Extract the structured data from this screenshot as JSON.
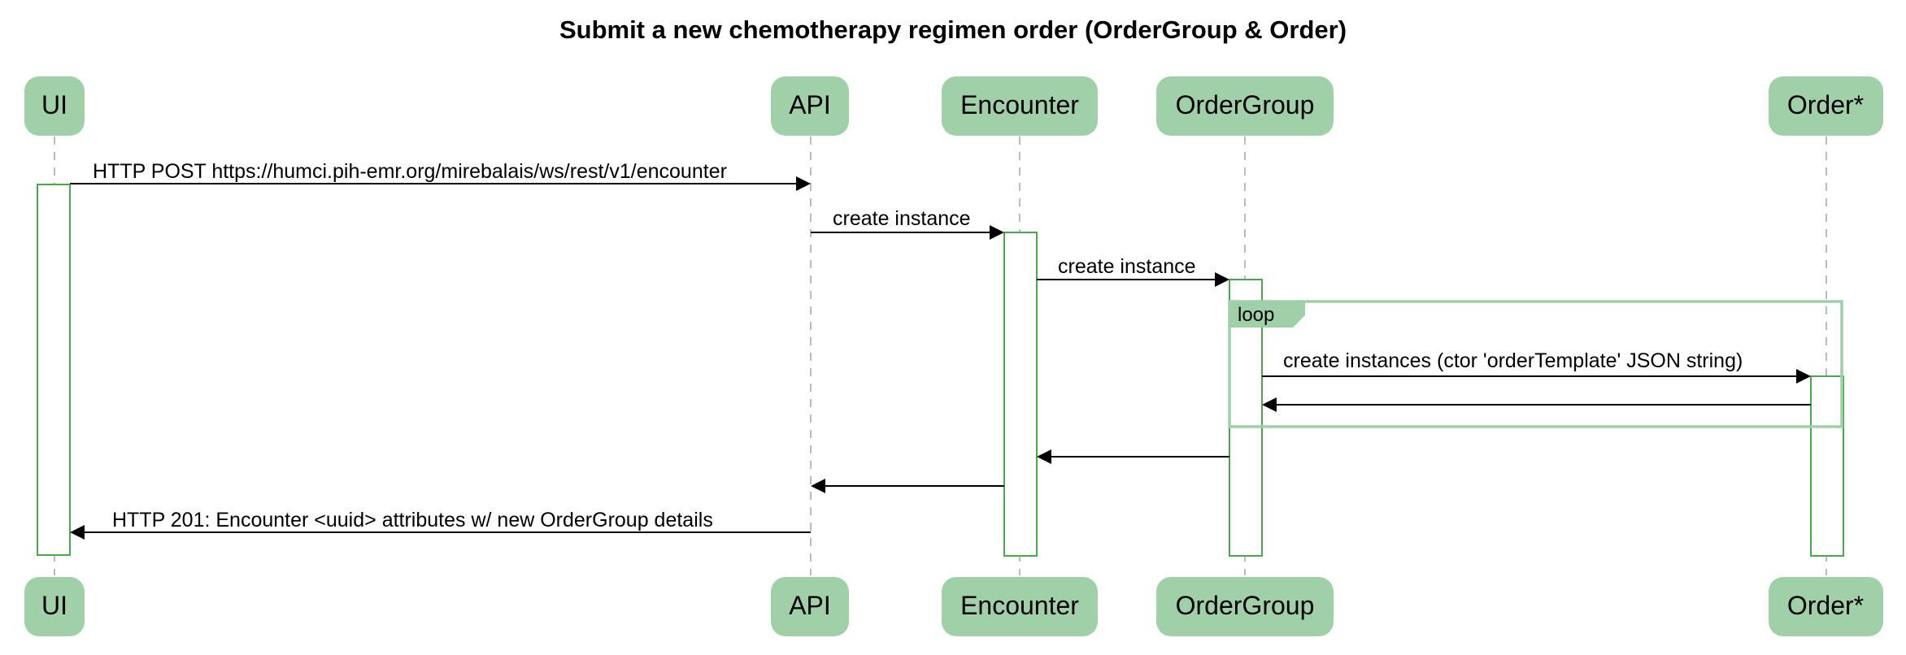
{
  "diagram": {
    "type": "sequence",
    "title": "Submit a new chemotherapy regimen order (OrderGroup & Order)",
    "participants": [
      {
        "id": "ui",
        "label": "UI"
      },
      {
        "id": "api",
        "label": "API"
      },
      {
        "id": "encounter",
        "label": "Encounter"
      },
      {
        "id": "ordergroup",
        "label": "OrderGroup"
      },
      {
        "id": "order",
        "label": "Order*"
      }
    ],
    "messages": [
      {
        "from": "ui",
        "to": "api",
        "label": "HTTP POST https://humci.pih-emr.org/mirebalais/ws/rest/v1/encounter"
      },
      {
        "from": "api",
        "to": "encounter",
        "label": "create instance"
      },
      {
        "from": "encounter",
        "to": "ordergroup",
        "label": "create instance"
      },
      {
        "from": "ordergroup",
        "to": "order",
        "label": "create instances (ctor 'orderTemplate' JSON string)"
      },
      {
        "from": "order",
        "to": "ordergroup",
        "label": ""
      },
      {
        "from": "ordergroup",
        "to": "encounter",
        "label": ""
      },
      {
        "from": "encounter",
        "to": "api",
        "label": ""
      },
      {
        "from": "api",
        "to": "ui",
        "label": "HTTP 201: Encounter <uuid> attributes w/ new OrderGroup details"
      }
    ],
    "loop": {
      "label": "loop"
    },
    "colors": {
      "actor_fill": "#a0d0a8",
      "activation_stroke": "#4aa64f",
      "lifeline": "#bbbbbb",
      "loop_frame": "#a0d0a8"
    }
  }
}
